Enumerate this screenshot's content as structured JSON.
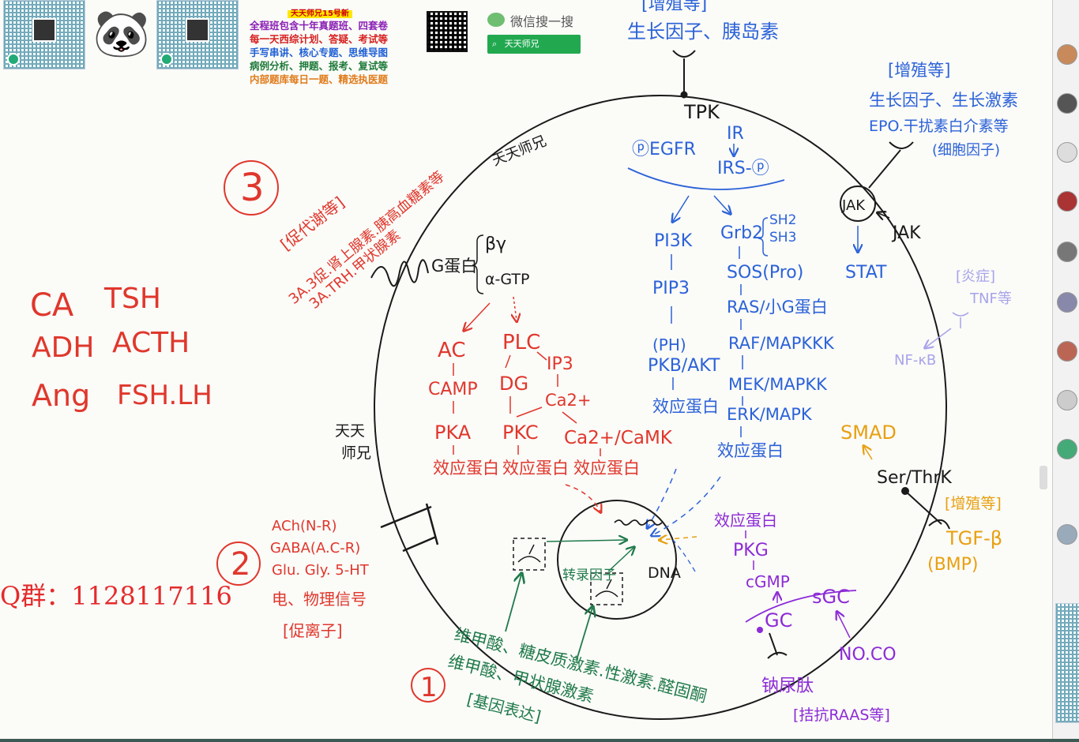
{
  "header": {
    "promo_highlight": "天天师兄15号新",
    "promo_lines": [
      {
        "text": "全程班包含十年真题班、四套卷",
        "color": "#8a1fb5"
      },
      {
        "text": "每一天西综计划、答疑、考试等",
        "color": "#d6201f"
      },
      {
        "text": "手写串讲、核心专题、思维导图",
        "color": "#1f5fd6"
      },
      {
        "text": "病例分析、押题、报考、复试等",
        "color": "#1f7a3a"
      },
      {
        "text": "内部题库每日一题、精选执医题",
        "color": "#e07b1a"
      }
    ],
    "wechat_title": "微信搜一搜",
    "wechat_search_text": "天天师兄"
  },
  "qq_group": "Q群：1128117116",
  "colors": {
    "red": "#e0372c",
    "blue": "#2b62d8",
    "black": "#1a1a1a",
    "green": "#1f7a4a",
    "purple": "#8c2bd6",
    "orange": "#e8a010",
    "lavender": "#a7a3ea"
  },
  "diagram": {
    "outside": {
      "top_growth_tag": "[增殖等]",
      "top_growth_factors": "生长因子、胰岛素",
      "right_growth_tag": "[增殖等]",
      "right_factors_1": "生长因子、生长激素",
      "right_factors_2": "EPO.干扰素白介素等",
      "right_factors_3": "(细胞因子)",
      "inflam_tag": "[炎症]",
      "inflam_tnf": "TNF等",
      "nfkb": "NF-κB",
      "num3": "3",
      "gpcr_effect": "[促代谢等]",
      "gpcr_ligands_1": "3A.3促.肾上腺素.胰高血糖素等",
      "gpcr_ligands_2": "3A.TRH.甲状腺素",
      "hormones": [
        "CA",
        "TSH",
        "ADH",
        "ACTH",
        "Ang",
        "FSH.LH"
      ],
      "num2": "2",
      "channel_ligands": [
        "ACh(N-R)",
        "GABA(A.C-R)",
        "Glu. Gly. 5-HT",
        "电、物理信号"
      ],
      "channel_effect": "[促离子]",
      "smad": "SMAD",
      "serthrk": "Ser/ThrK",
      "tgf_tag": "[增殖等]",
      "tgf": "TGF-β",
      "bmp": "(BMP)",
      "num1": "1",
      "nuclear_ligands_1": "维甲酸、糖皮质激素.性激素.醛固酮",
      "nuclear_ligands_2": "维甲酸、甲状腺激素",
      "nuclear_effect": "[基因表达]",
      "natriuretic": "钠尿肽",
      "no_co": "NO.CO",
      "raas": "[拮抗RAAS等]",
      "watermark_left": "天天",
      "watermark_left_2": "师兄",
      "watermark_top": "天天师兄"
    },
    "inside": {
      "tpk": "TPK",
      "egfr": "ⓟEGFR",
      "ir": "IR",
      "irs": "IRS-ⓟ",
      "pi3k": "PI3K",
      "pip3": "PIP3",
      "ph": "(PH)",
      "pkb": "PKB/AKT",
      "pi3k_effect": "效应蛋白",
      "grb2": "Grb2",
      "sh2": "SH2",
      "sh3": "SH3",
      "sos": "SOS(Pro)",
      "ras": "RAS/小G蛋白",
      "raf": "RAF/MAPKKK",
      "mek": "MEK/MAPKK",
      "erk": "ERK/MAPK",
      "mapk_effect": "效应蛋白",
      "jak": "JAK",
      "jak2": "JAK",
      "stat": "STAT",
      "g_protein": "G蛋白",
      "beta_gamma": "βγ",
      "alpha_gtp": "α-GTP",
      "ac": "AC",
      "camp": "CAMP",
      "pka": "PKA",
      "pka_effect": "效应蛋白",
      "plc": "PLC",
      "ip3": "IP3",
      "dg": "DG",
      "ca": "Ca2+",
      "pkc": "PKC",
      "pkc_effect": "效应蛋白",
      "camk": "Ca2+/CaMK",
      "camk_effect": "效应蛋白",
      "pkg_effect": "效应蛋白",
      "pkg": "PKG",
      "cgmp": "cGMP",
      "gc": "GC",
      "sgc": "sGC",
      "tf": "转录因子",
      "dna": "DNA"
    }
  }
}
